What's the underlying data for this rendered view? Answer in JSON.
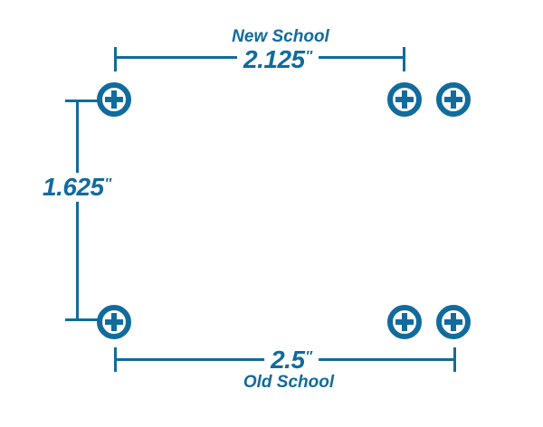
{
  "colors": {
    "accent": "#116B9D",
    "background": "#FFFFFF"
  },
  "dimensions": {
    "top": {
      "label": "New School",
      "value": "2.125",
      "unit": "″"
    },
    "left": {
      "value": "1.625",
      "unit": "″"
    },
    "bottom": {
      "label": "Old School",
      "value": "2.5",
      "unit": "″"
    }
  },
  "icons": {
    "screw": "phillips-screw-head",
    "screw_count": 6
  }
}
